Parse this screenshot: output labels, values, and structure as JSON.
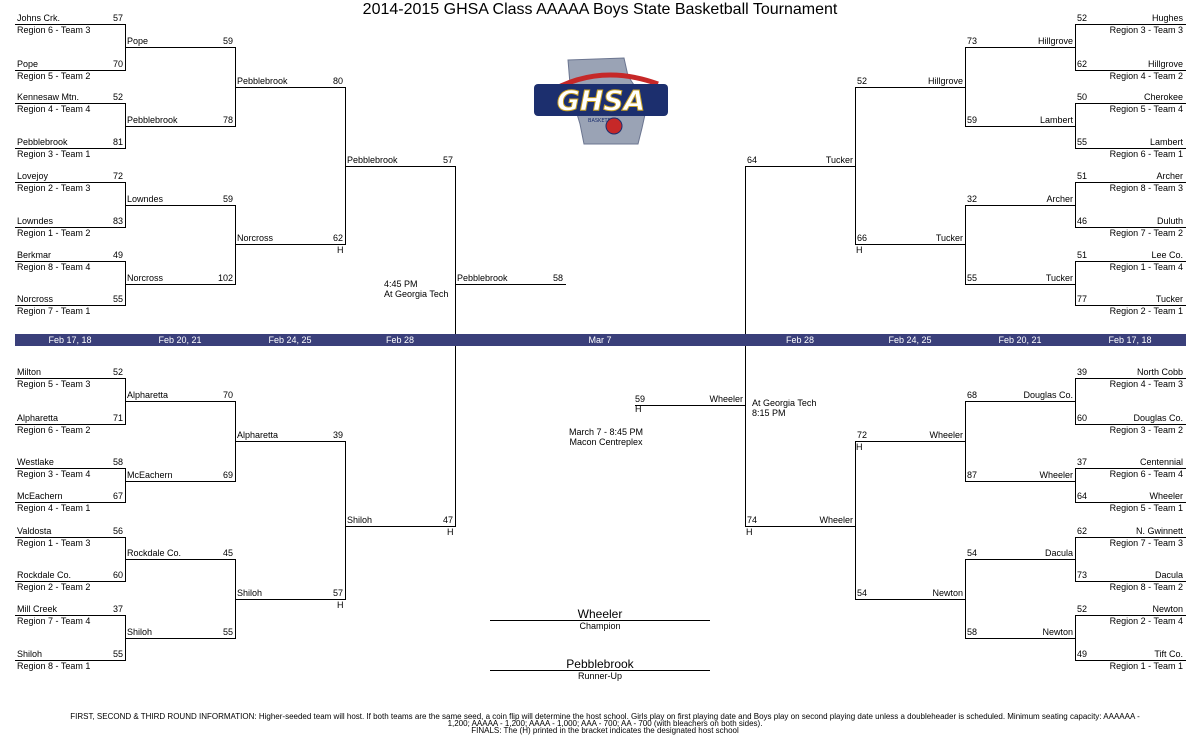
{
  "title": "2014-2015 GHSA Class AAAAA Boys State Basketball Tournament",
  "logo": {
    "text": "GHSA",
    "subtext": "BASKETBALL"
  },
  "dates": [
    "Feb 17, 18",
    "Feb 20, 21",
    "Feb 24, 25",
    "Feb 28",
    "Mar 7",
    "Feb 28",
    "Feb 24, 25",
    "Feb 20, 21",
    "Feb 17, 18"
  ],
  "slots": {
    "tl_r1": [
      {
        "team": "Johns Crk.",
        "sub": "Region 6 - Team 3",
        "score": "57"
      },
      {
        "team": "Pope",
        "sub": "Region 5 - Team 2",
        "score": "70"
      },
      {
        "team": "Kennesaw Mtn.",
        "sub": "Region 4 - Team 4",
        "score": "52"
      },
      {
        "team": "Pebblebrook",
        "sub": "Region 3 - Team 1",
        "score": "81"
      },
      {
        "team": "Lovejoy",
        "sub": "Region 2 - Team 3",
        "score": "72"
      },
      {
        "team": "Lowndes",
        "sub": "Region 1 - Team 2",
        "score": "83"
      },
      {
        "team": "Berkmar",
        "sub": "Region 8 - Team 4",
        "score": "49"
      },
      {
        "team": "Norcross",
        "sub": "Region 7 - Team 1",
        "score": "55"
      }
    ],
    "tl_r2": [
      {
        "team": "Pope",
        "score": "59"
      },
      {
        "team": "Pebblebrook",
        "score": "78"
      },
      {
        "team": "Lowndes",
        "score": "59"
      },
      {
        "team": "Norcross",
        "score": "102"
      }
    ],
    "tl_r3": [
      {
        "team": "Pebblebrook",
        "score": "80"
      },
      {
        "team": "Norcross",
        "score": "62",
        "host": "H"
      }
    ],
    "tl_r4": [
      {
        "team": "Pebblebrook",
        "score": "57"
      }
    ],
    "bl_r1": [
      {
        "team": "Milton",
        "sub": "Region 5 - Team 3",
        "score": "52"
      },
      {
        "team": "Alpharetta",
        "sub": "Region 6 - Team 2",
        "score": "71"
      },
      {
        "team": "Westlake",
        "sub": "Region 3 - Team 4",
        "score": "58"
      },
      {
        "team": "McEachern",
        "sub": "Region 4 - Team 1",
        "score": "67"
      },
      {
        "team": "Valdosta",
        "sub": "Region 1 - Team 3",
        "score": "56"
      },
      {
        "team": "Rockdale Co.",
        "sub": "Region 2 - Team 2",
        "score": "60"
      },
      {
        "team": "Mill Creek",
        "sub": "Region 7 - Team 4",
        "score": "37"
      },
      {
        "team": "Shiloh",
        "sub": "Region 8 - Team 1",
        "score": "55"
      }
    ],
    "bl_r2": [
      {
        "team": "Alpharetta",
        "score": "70"
      },
      {
        "team": "McEachern",
        "score": "69"
      },
      {
        "team": "Rockdale Co.",
        "score": "45"
      },
      {
        "team": "Shiloh",
        "score": "55"
      }
    ],
    "bl_r3": [
      {
        "team": "Alpharetta",
        "score": "39"
      },
      {
        "team": "Shiloh",
        "score": "57",
        "host": "H"
      }
    ],
    "bl_r4": [
      {
        "team": "Shiloh",
        "score": "47",
        "host": "H"
      }
    ],
    "tr_r1": [
      {
        "team": "Hughes",
        "sub": "Region 3 - Team 3",
        "score": "52"
      },
      {
        "team": "Hillgrove",
        "sub": "Region 4 - Team 2",
        "score": "62"
      },
      {
        "team": "Cherokee",
        "sub": "Region 5 - Team 4",
        "score": "50"
      },
      {
        "team": "Lambert",
        "sub": "Region 6 - Team 1",
        "score": "55"
      },
      {
        "team": "Archer",
        "sub": "Region 8 - Team 3",
        "score": "51"
      },
      {
        "team": "Duluth",
        "sub": "Region 7 - Team 2",
        "score": "46"
      },
      {
        "team": "Lee Co.",
        "sub": "Region 1 - Team 4",
        "score": "51"
      },
      {
        "team": "Tucker",
        "sub": "Region 2 - Team 1",
        "score": "77"
      }
    ],
    "tr_r2": [
      {
        "team": "Hillgrove",
        "score": "73"
      },
      {
        "team": "Lambert",
        "score": "59"
      },
      {
        "team": "Archer",
        "score": "32"
      },
      {
        "team": "Tucker",
        "score": "55"
      }
    ],
    "tr_r3": [
      {
        "team": "Hillgrove",
        "score": "52"
      },
      {
        "team": "Tucker",
        "score": "66",
        "host": "H"
      }
    ],
    "tr_r4": [
      {
        "team": "Tucker",
        "score": "64"
      }
    ],
    "br_r1": [
      {
        "team": "North Cobb",
        "sub": "Region 4 - Team 3",
        "score": "39"
      },
      {
        "team": "Douglas Co.",
        "sub": "Region 3 - Team 2",
        "score": "60"
      },
      {
        "team": "Centennial",
        "sub": "Region 6 - Team 4",
        "score": "37"
      },
      {
        "team": "Wheeler",
        "sub": "Region 5 - Team 1",
        "score": "64"
      },
      {
        "team": "N. Gwinnett",
        "sub": "Region 7 - Team 3",
        "score": "62"
      },
      {
        "team": "Dacula",
        "sub": "Region 8 - Team 2",
        "score": "73"
      },
      {
        "team": "Newton",
        "sub": "Region 2 - Team 4",
        "score": "52"
      },
      {
        "team": "Tift Co.",
        "sub": "Region 1 - Team 1",
        "score": "49"
      }
    ],
    "br_r2": [
      {
        "team": "Douglas Co.",
        "score": "68"
      },
      {
        "team": "Wheeler",
        "score": "87"
      },
      {
        "team": "Dacula",
        "score": "54"
      },
      {
        "team": "Newton",
        "score": "58"
      }
    ],
    "br_r3": [
      {
        "team": "Wheeler",
        "score": "72",
        "host": "H"
      },
      {
        "team": "Newton",
        "score": "54"
      }
    ],
    "br_r4": [
      {
        "team": "Wheeler",
        "score": "74",
        "host": "H"
      }
    ],
    "final_left": {
      "team": "Pebblebrook",
      "score": "58"
    },
    "final_right": {
      "team": "Wheeler",
      "score": "59",
      "host": "H"
    }
  },
  "notes": {
    "left_semi_time": "4:45 PM",
    "left_semi_place": "At Georgia Tech",
    "right_semi_place": "At Georgia Tech",
    "right_semi_time": "8:15 PM",
    "final_time": "March 7 - 8:45 PM",
    "final_place": "Macon Centreplex"
  },
  "champion": {
    "name": "Wheeler",
    "label": "Champion"
  },
  "runner_up": {
    "name": "Pebblebrook",
    "label": "Runner-Up"
  },
  "footer": {
    "line1": "FIRST, SECOND & THIRD ROUND INFORMATION: Higher-seeded team will host. If both teams are the same seed, a coin flip will determine the host school.  Girls play on first playing date and Boys play on second playing date unless a doubleheader is scheduled.  Minimum seating capacity: AAAAAA - ",
    "line2": "1,200; AAAAA - 1,200; AAAA - 1,000; AAA - 700; AA - 700 (with bleachers on both sides).",
    "line3": "FINALS: The (H) printed in the bracket indicates the designated host school"
  }
}
